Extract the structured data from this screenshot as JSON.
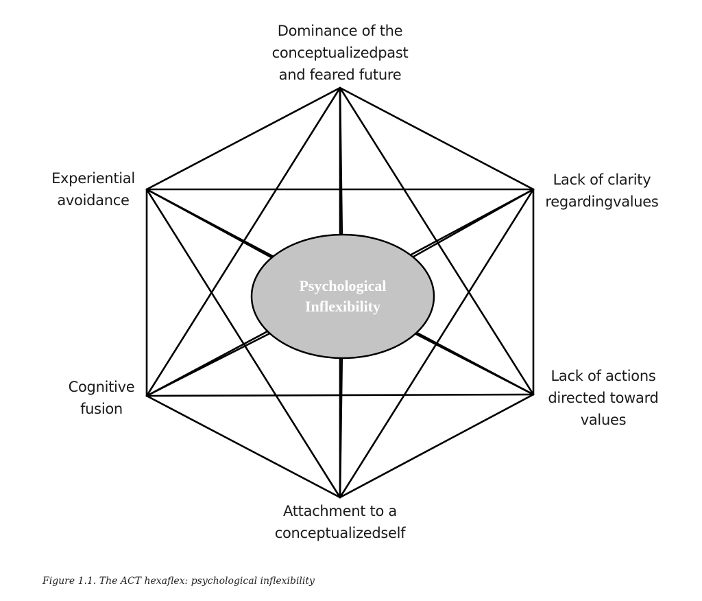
{
  "figure": {
    "type": "hexaflex",
    "center_label": [
      "Psychological",
      "Inflexibility"
    ],
    "nodes": [
      {
        "id": "top",
        "lines": [
          "Dominance of the",
          "conceptualizedpast",
          "and feared future"
        ]
      },
      {
        "id": "upper-right",
        "lines": [
          "Lack of clarity",
          "regardingvalues"
        ]
      },
      {
        "id": "lower-right",
        "lines": [
          "Lack of actions",
          "directed toward",
          "values"
        ]
      },
      {
        "id": "bottom",
        "lines": [
          "Attachment to a",
          "conceptualizedself"
        ]
      },
      {
        "id": "lower-left",
        "lines": [
          "Cognitive",
          "fusion"
        ]
      },
      {
        "id": "upper-left",
        "lines": [
          "Experiential",
          "avoidance"
        ]
      }
    ],
    "connections": "every node connected to every other node and to the center",
    "colors": {
      "line": "#000000",
      "center_fill": "#c4c4c4",
      "center_text": "#ffffff",
      "label_text": "#1a1a1a"
    }
  },
  "caption": "Figure 1.1. The ACT hexaflex: psychological inflexibility"
}
